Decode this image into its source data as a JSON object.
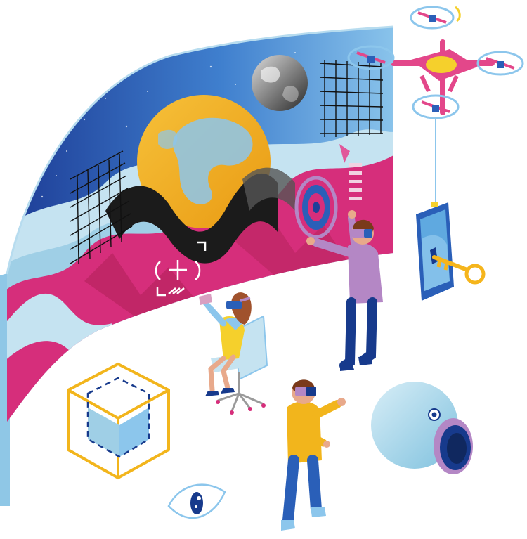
{
  "scene": {
    "kind": "isometric-vr-illustration",
    "elements": [
      "curved-display-wall",
      "globe",
      "moon",
      "drone",
      "smartphone",
      "key",
      "wireframe-cube",
      "eye-symbol",
      "camera-lens",
      "seated-woman-vr",
      "standing-man-vr",
      "man-touching-screen-vr"
    ]
  },
  "colors": {
    "space_dark": "#1f3f99",
    "space_light": "#5fa9e0",
    "magenta": "#d62e7b",
    "pale_blue": "#c8e4f0",
    "globe_yellow": "#f2b51c",
    "navy": "#173a8c",
    "purple": "#b487c5",
    "black_wave": "#1b1b1b"
  }
}
